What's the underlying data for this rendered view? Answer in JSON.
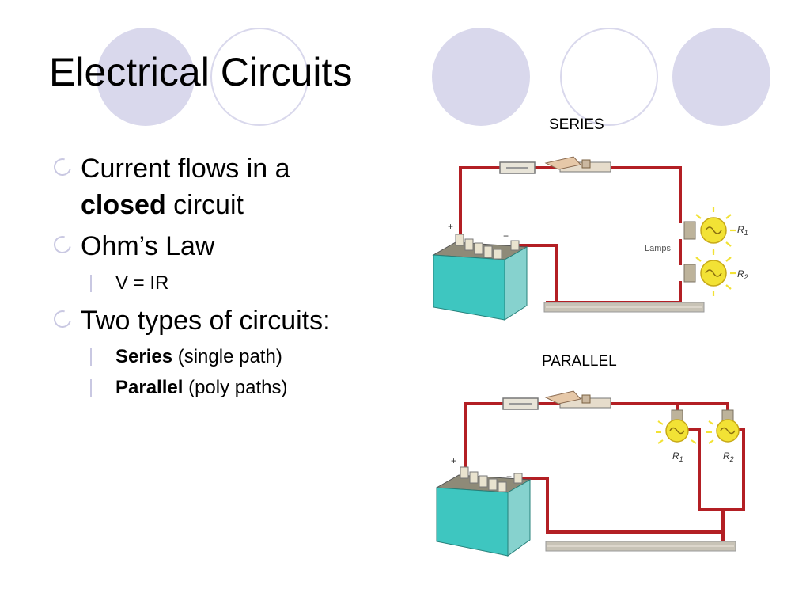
{
  "slide": {
    "title": "Electrical Circuits",
    "bullets": {
      "current_text": "Current flows in a",
      "closed_word": "closed",
      "circuit_word": "circuit",
      "ohms_law": "Ohm’s Law",
      "formula": "V = IR",
      "types": "Two types of circuits:",
      "series_word": "Series",
      "series_desc": "(single path)",
      "parallel_word": "Parallel",
      "parallel_desc": "(poly paths)"
    },
    "diagrams": {
      "series_label": "SERIES",
      "parallel_label": "PARALLEL",
      "lamps_label": "Lamps",
      "plus_sign": "+",
      "minus_sign": "−",
      "r1": "R",
      "r1_sub": "1",
      "r2": "R",
      "r2_sub": "2"
    },
    "colors": {
      "wire": "#b31f24",
      "battery_body": "#3ec6c0",
      "battery_top": "#8e8a78",
      "lamp": "#f2e235",
      "deco": "#d9d8ec"
    }
  }
}
